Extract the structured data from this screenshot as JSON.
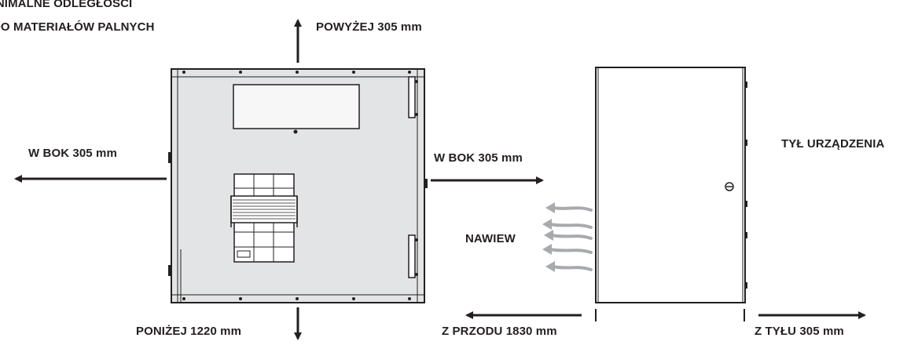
{
  "title": {
    "line1": "MINIMALNE ODLEGŁOŚCI",
    "line2": "DO MATERIAŁÓW PALNYCH"
  },
  "clearances": {
    "above": "POWYŻEJ 305 mm",
    "side_left": "W BOK 305 mm",
    "side_right": "W BOK 305 mm",
    "below": "PONIŻEJ 1220 mm",
    "front": "Z PRZODU  1830 mm",
    "rear": "Z TYŁU 305 mm"
  },
  "labels": {
    "back_of_unit": "TYŁ URZĄDZENIA",
    "supply_air": "NAWIEW"
  },
  "colors": {
    "cabinet_fill": "#e3e4e5",
    "outline": "#231f20",
    "airflow": "#a8aaad"
  }
}
